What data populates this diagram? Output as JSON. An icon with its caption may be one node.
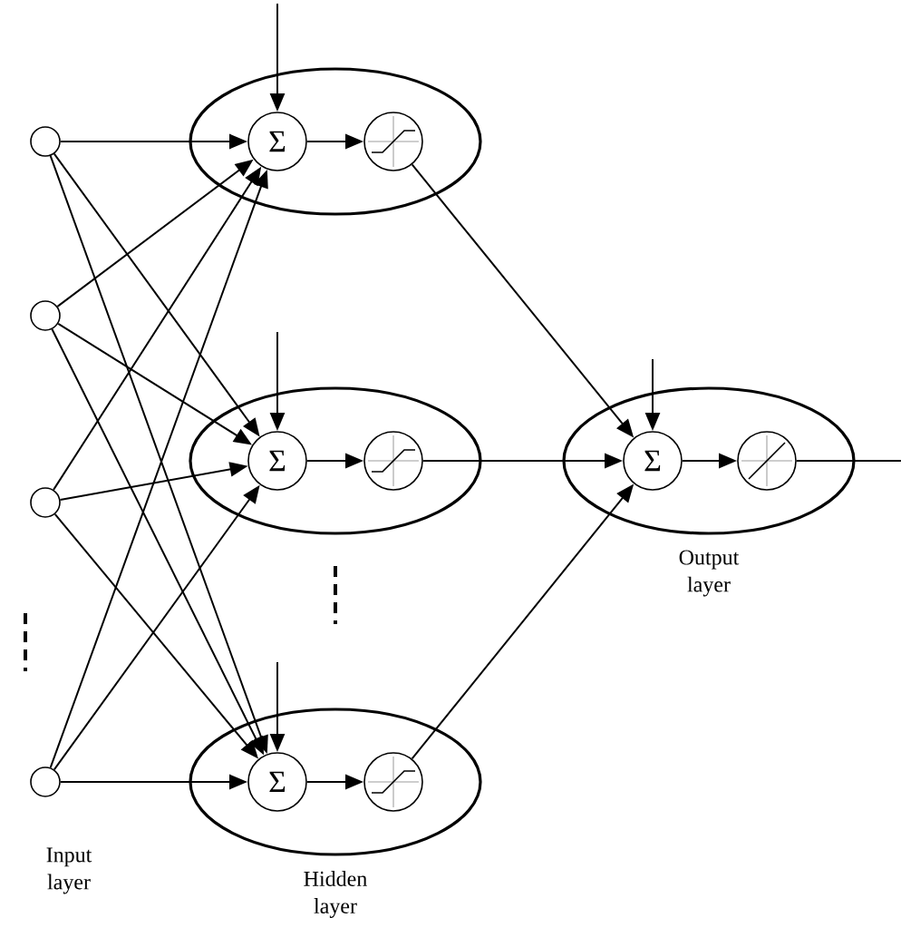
{
  "diagram": {
    "nodes": [
      {
        "text": [],
        "shape": "circle"
      },
      {
        "text": [],
        "shape": "circle"
      },
      {
        "text": [],
        "shape": "circle"
      },
      {
        "text": [],
        "shape": "circle"
      },
      {
        "text": [],
        "shape": "ellipse"
      },
      {
        "text": [
          "Σ"
        ],
        "in": 4
      },
      {
        "text": [],
        "shape": "circle",
        "in": 4
      },
      {
        "text": [],
        "shape": "ellipse"
      },
      {
        "text": [
          "Σ"
        ],
        "in": 7
      },
      {
        "text": [],
        "shape": "circle",
        "in": 7
      },
      {
        "text": [],
        "shape": "ellipse",
        "beside": [
          "Hidden layer"
        ]
      },
      {
        "text": [
          "Σ"
        ],
        "in": 10
      },
      {
        "text": [],
        "shape": "circle",
        "in": 10
      },
      {
        "text": [],
        "shape": "ellipse",
        "beside": [
          "Output layer"
        ]
      },
      {
        "text": [
          "Σ"
        ],
        "in": 13
      },
      {
        "text": [],
        "shape": "circle",
        "in": 13
      }
    ],
    "edges": [
      {
        "from": 0,
        "to": 5,
        "arrow": "to"
      },
      {
        "from": 0,
        "to": 8,
        "arrow": "to"
      },
      {
        "from": 0,
        "to": 11,
        "arrow": "to"
      },
      {
        "from": 1,
        "to": 5,
        "arrow": "to"
      },
      {
        "from": 1,
        "to": 8,
        "arrow": "to"
      },
      {
        "from": 1,
        "to": 11,
        "arrow": "to"
      },
      {
        "from": 2,
        "to": 5,
        "arrow": "to"
      },
      {
        "from": 2,
        "to": 8,
        "arrow": "to"
      },
      {
        "from": 2,
        "to": 11,
        "arrow": "to"
      },
      {
        "from": 3,
        "to": 5,
        "arrow": "to"
      },
      {
        "from": 3,
        "to": 8,
        "arrow": "to"
      },
      {
        "from": 3,
        "to": 11,
        "arrow": "to"
      },
      {
        "from": null,
        "to": 5,
        "arrow": "to"
      },
      {
        "from": null,
        "to": 8,
        "arrow": "to"
      },
      {
        "from": null,
        "to": 11,
        "arrow": "to"
      },
      {
        "from": null,
        "to": 14,
        "arrow": "to"
      },
      {
        "from": 5,
        "to": 6,
        "arrow": "to"
      },
      {
        "from": 8,
        "to": 9,
        "arrow": "to"
      },
      {
        "from": 11,
        "to": 12,
        "arrow": "to"
      },
      {
        "from": 14,
        "to": 15,
        "arrow": "to"
      },
      {
        "from": 6,
        "to": 14,
        "arrow": "to"
      },
      {
        "from": 9,
        "to": 14,
        "arrow": "to"
      },
      {
        "from": 12,
        "to": 14,
        "arrow": "to"
      },
      {
        "from": 15,
        "to": null,
        "arrow": "none"
      }
    ],
    "labels": [
      "Input layer"
    ]
  }
}
